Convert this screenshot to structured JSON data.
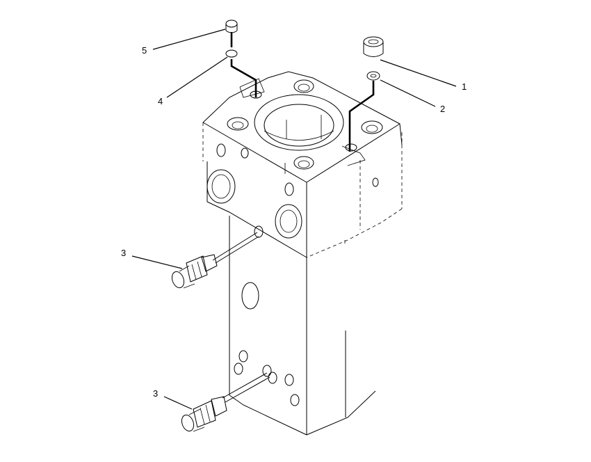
{
  "callouts": [
    {
      "id": "1",
      "label": "1"
    },
    {
      "id": "2",
      "label": "2"
    },
    {
      "id": "3a",
      "label": "3"
    },
    {
      "id": "3b",
      "label": "3"
    },
    {
      "id": "4",
      "label": "4"
    },
    {
      "id": "5",
      "label": "5"
    }
  ]
}
